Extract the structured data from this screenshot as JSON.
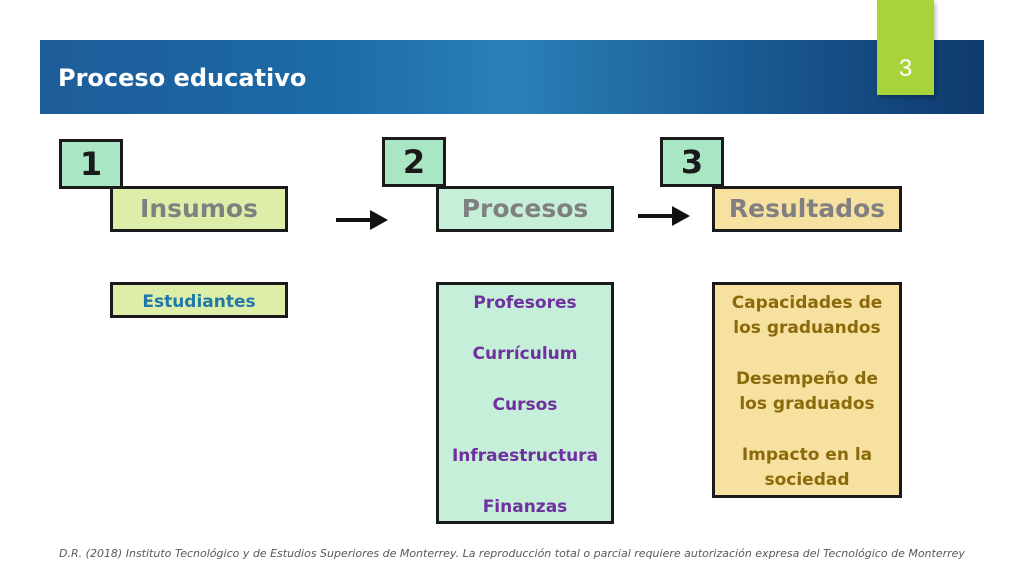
{
  "header": {
    "title": "Proceso educativo",
    "slide_number": "3"
  },
  "steps": [
    {
      "number": "1",
      "label": "Insumos",
      "items": [
        "Estudiantes"
      ]
    },
    {
      "number": "2",
      "label": "Procesos",
      "items": [
        "Profesores",
        "Currículum",
        "Cursos",
        "Infraestructura",
        "Finanzas"
      ]
    },
    {
      "number": "3",
      "label": "Resultados",
      "items": [
        "Capacidades de los graduandos",
        "Desempeño de los graduados",
        "Impacto en la sociedad"
      ]
    }
  ],
  "colors": {
    "insumos_fill": "#dceea8",
    "procesos_fill": "#c5efd9",
    "resultados_fill": "#f7e1a1",
    "number_fill": "#a9e6c4",
    "insumos_text": "#2079a8",
    "procesos_text": "#7030a0",
    "resultados_text": "#8a6a0a",
    "slide_tab": "#a8d33a",
    "header_bar": "#1b6aa6"
  },
  "footer": {
    "note": "D.R. (2018) Instituto Tecnológico y de Estudios Superiores de Monterrey. La reproducción total o parcial requiere autorización expresa del Tecnológico de Monterrey"
  }
}
